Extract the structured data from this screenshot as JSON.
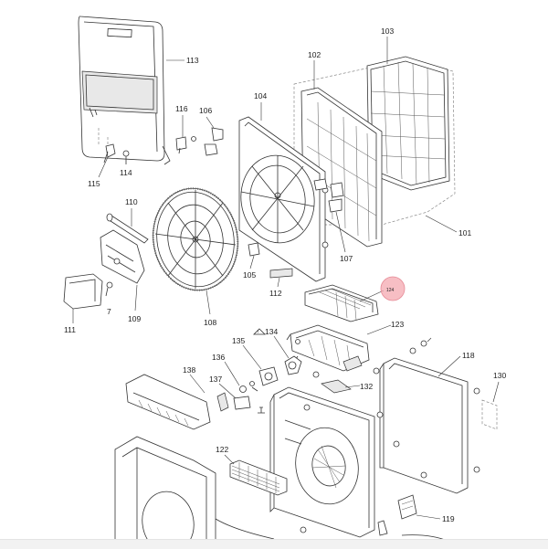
{
  "diagram": {
    "highlight_color": "#f4a8b0",
    "labels": {
      "p101": "101",
      "p102": "102",
      "p103": "103",
      "p104": "104",
      "p105": "105",
      "p106": "106",
      "p107": "107",
      "p108": "108",
      "p109": "109",
      "p110": "110",
      "p111": "111",
      "p112": "112",
      "p113": "113",
      "p114": "114",
      "p115": "115",
      "p116": "116",
      "p118": "118",
      "p119": "119",
      "p122": "122",
      "p123": "123",
      "p124": "124",
      "p130": "130",
      "p132": "132",
      "p134": "134",
      "p135": "135",
      "p136": "136",
      "p137": "137",
      "p138": "138",
      "p7": "7"
    }
  }
}
